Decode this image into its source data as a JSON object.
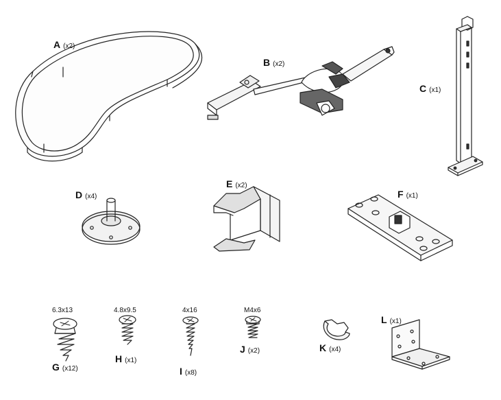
{
  "parts": {
    "A": {
      "letter": "A",
      "qty": "(x2)"
    },
    "B": {
      "letter": "B",
      "qty": "(x2)"
    },
    "C": {
      "letter": "C",
      "qty": "(x1)"
    },
    "D": {
      "letter": "D",
      "qty": "(x4)"
    },
    "E": {
      "letter": "E",
      "qty": "(x2)"
    },
    "F": {
      "letter": "F",
      "qty": "(x1)"
    },
    "G": {
      "letter": "G",
      "qty": "(x12)",
      "size": "6.3x13"
    },
    "H": {
      "letter": "H",
      "qty": "(x1)",
      "size": "4.8x9.5"
    },
    "I": {
      "letter": "I",
      "qty": "(x8)",
      "size": "4x16"
    },
    "J": {
      "letter": "J",
      "qty": "(x2)",
      "size": "M4x6"
    },
    "K": {
      "letter": "K",
      "qty": "(x4)"
    },
    "L": {
      "letter": "L",
      "qty": "(x1)"
    }
  }
}
